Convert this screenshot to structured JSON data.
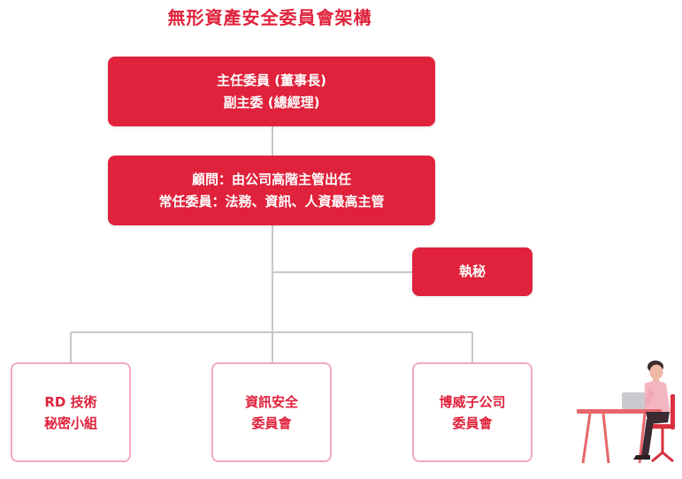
{
  "title": "無形資產安全委員會架構",
  "colors": {
    "primary": "#e0223c",
    "outline": "#f2aab8",
    "connector": "#c8c8c8"
  },
  "top_box": {
    "line1": "主任委員 (董事長)",
    "line2": "副主委 (總經理)"
  },
  "advisor_box": {
    "line1": "顧問：由公司高階主管出任",
    "line2": "常任委員：法務、資訊、人資最高主管"
  },
  "secretary_box": {
    "label": "執秘"
  },
  "sub_groups": [
    {
      "line1": "RD 技術",
      "line2": "秘密小組"
    },
    {
      "line1": "資訊安全",
      "line2": "委員會"
    },
    {
      "line1": "博威子公司",
      "line2": "委員會"
    }
  ]
}
